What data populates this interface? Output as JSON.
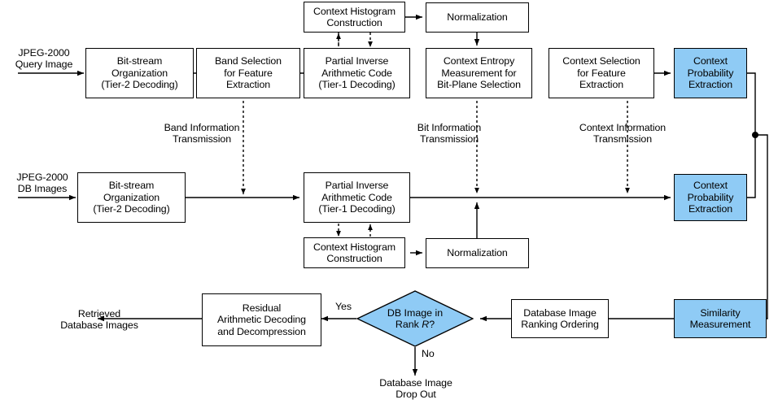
{
  "diagram": {
    "title": "JPEG-2000 compressed-domain image retrieval flowchart",
    "colors": {
      "accent_blue": "#8FCBF5",
      "line": "#000000",
      "background": "#ffffff"
    },
    "inputs": {
      "query_image": "JPEG-2000\nQuery Image",
      "db_images": "JPEG-2000\nDB Images"
    },
    "outputs": {
      "retrieved": "Retrieved\nDatabase Images",
      "drop_out": "Database Image\nDrop Out"
    },
    "row_query": {
      "bitstream": "Bit-stream\nOrganization\n(Tier-2 Decoding)",
      "band_selection": "Band Selection\nfor Feature\nExtraction",
      "partial_inverse": "Partial Inverse\nArithmetic Code\n(Tier-1 Decoding)",
      "context_histogram": "Context Histogram\nConstruction",
      "normalization": "Normalization",
      "context_entropy": "Context Entropy\nMeasurement for\nBit-Plane Selection",
      "context_selection": "Context Selection\nfor Feature\nExtraction",
      "context_probability": "Context\nProbability\nExtraction"
    },
    "row_db": {
      "bitstream": "Bit-stream\nOrganization\n(Tier-2 Decoding)",
      "partial_inverse": "Partial Inverse\nArithmetic Code\n(Tier-1 Decoding)",
      "context_histogram": "Context Histogram\nConstruction",
      "normalization": "Normalization",
      "context_probability": "Context\nProbability\nExtraction"
    },
    "transmissions": {
      "band": "Band Information\nTransmission",
      "bit": "Bit Information\nTransmission",
      "context": "Context Information\nTransmission"
    },
    "row_bottom": {
      "similarity": "Similarity\nMeasurement",
      "ranking": "Database Image\nRanking Ordering",
      "decision_line1": "DB Image in",
      "decision_line2_pre": "Rank ",
      "decision_line2_var": "R",
      "decision_line2_post": "?",
      "residual": "Residual\nArithmetic Decoding\nand Decompression"
    },
    "edge_labels": {
      "yes": "Yes",
      "no": "No"
    }
  }
}
